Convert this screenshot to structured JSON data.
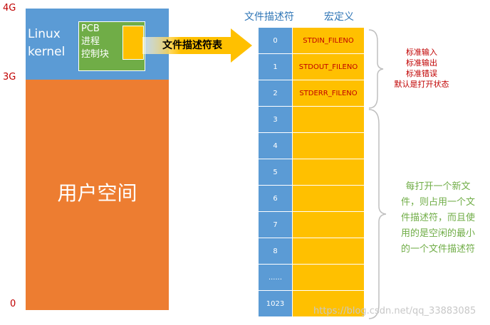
{
  "memory": {
    "labels": {
      "top": "4G",
      "kernel_boundary": "3G",
      "bottom": "0"
    },
    "kernel_label": [
      "Linux",
      "kernel"
    ],
    "pcb_label": [
      "PCB",
      "进程",
      "控制块"
    ],
    "user_space_label": "用户空间"
  },
  "arrow_label": "文件描述符表",
  "table": {
    "headers": {
      "fd": "文件描述符",
      "macro": "宏定义"
    },
    "rows": [
      {
        "fd": "0",
        "macro": "STDIN_FILENO"
      },
      {
        "fd": "1",
        "macro": "STDOUT_FILENO"
      },
      {
        "fd": "2",
        "macro": "STDERR_FILENO"
      },
      {
        "fd": "3",
        "macro": ""
      },
      {
        "fd": "4",
        "macro": ""
      },
      {
        "fd": "5",
        "macro": ""
      },
      {
        "fd": "6",
        "macro": ""
      },
      {
        "fd": "7",
        "macro": ""
      },
      {
        "fd": "8",
        "macro": ""
      },
      {
        "fd": "......",
        "macro": ""
      },
      {
        "fd": "1023",
        "macro": ""
      }
    ]
  },
  "notes": {
    "std_lines": [
      "标准输入",
      "标准输出",
      "标准错误",
      "默认是打开状态"
    ],
    "new_lines": [
      "每打开一个新文",
      "件，则占用一个文",
      "件描述符，而且使",
      "用的是空闲的最小",
      "的一个文件描述符"
    ]
  },
  "watermark": "https://blog.csdn.net/qq_33883085",
  "colors": {
    "kernel": "#5b9bd5",
    "user": "#ed7d31",
    "pcb": "#70ad47",
    "table_yellow": "#ffc000",
    "red": "#c00000",
    "green": "#70ad47"
  }
}
